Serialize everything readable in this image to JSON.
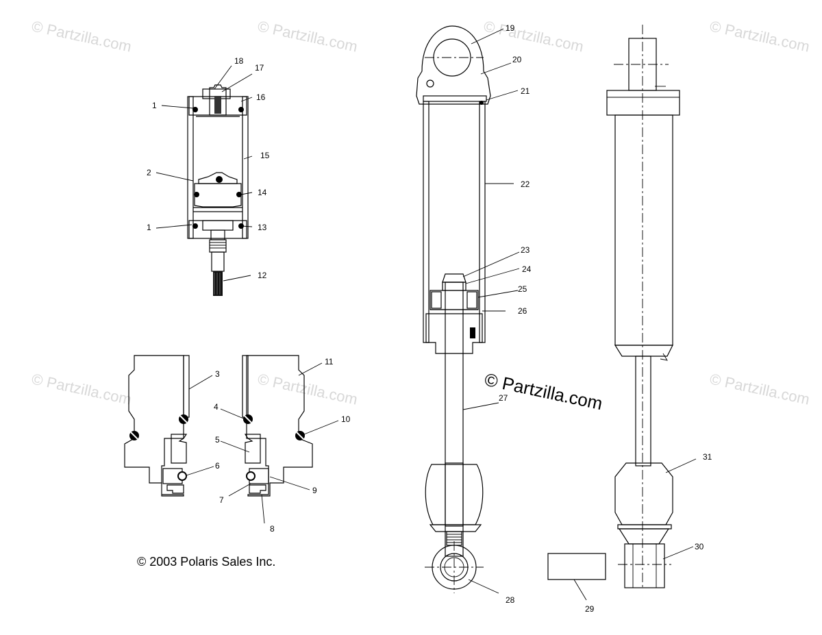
{
  "watermarks": [
    "© Partzilla.com",
    "© Partzilla.com",
    "© Partzilla.com",
    "© Partzilla.com",
    "© Partzilla.com",
    "© Partzilla.com",
    "© Partzilla.com"
  ],
  "center_watermark": "© Partzilla.com",
  "copyright": "© 2003 Polaris Sales Inc.",
  "callouts": {
    "c1a": "1",
    "c1b": "1",
    "c2": "2",
    "c3": "3",
    "c4": "4",
    "c5": "5",
    "c6": "6",
    "c7": "7",
    "c8": "8",
    "c9": "9",
    "c10": "10",
    "c11": "11",
    "c12": "12",
    "c13": "13",
    "c14": "14",
    "c15": "15",
    "c16": "16",
    "c17": "17",
    "c18": "18",
    "c19": "19",
    "c20": "20",
    "c21": "21",
    "c22": "22",
    "c23": "23",
    "c24": "24",
    "c25": "25",
    "c26": "26",
    "c27": "27",
    "c28": "28",
    "c29": "29",
    "c30": "30",
    "c31": "31"
  },
  "colors": {
    "line": "#000000",
    "background": "#ffffff",
    "watermark": "#d8d8d8"
  }
}
